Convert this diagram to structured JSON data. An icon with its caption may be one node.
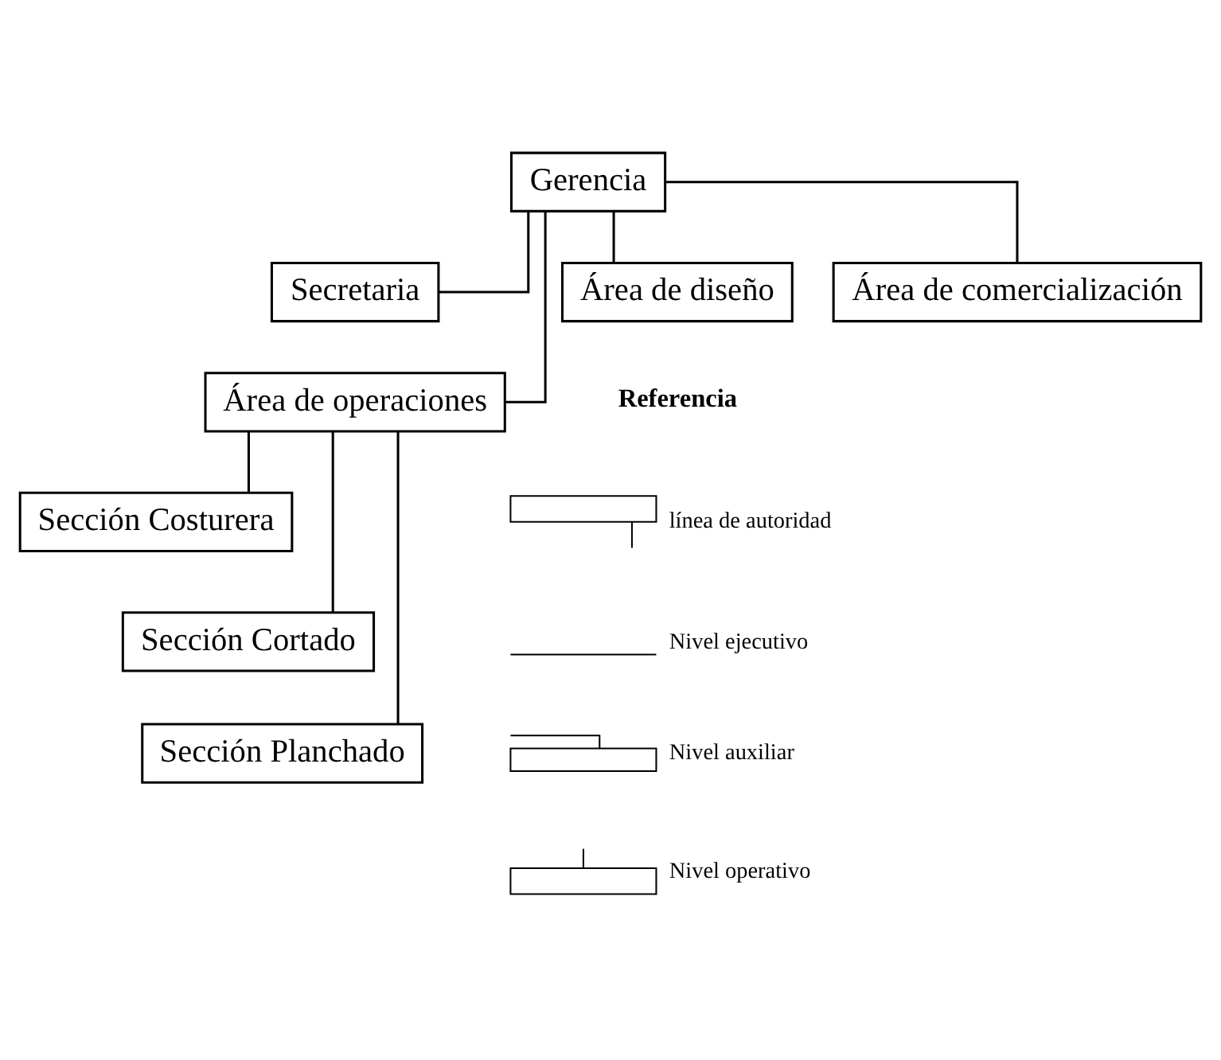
{
  "diagram": {
    "nodes": [
      {
        "text": [
          "Gerencia"
        ]
      },
      {
        "text": [
          "Secretaria"
        ]
      },
      {
        "text": [
          "Área de operaciones"
        ]
      },
      {
        "text": [
          "Área de diseño"
        ]
      },
      {
        "text": [
          "Área de comercialización"
        ]
      },
      {
        "text": [
          "Sección Costurera"
        ]
      },
      {
        "text": [
          "Sección Cortado"
        ]
      },
      {
        "text": [
          "Sección Planchado"
        ]
      }
    ],
    "edges": [
      {
        "from": 0,
        "to": 1,
        "arrow": "none"
      },
      {
        "from": 0,
        "to": 2,
        "arrow": "none"
      },
      {
        "from": 0,
        "to": 3,
        "arrow": "none"
      },
      {
        "from": 0,
        "to": 4,
        "arrow": "none"
      },
      {
        "from": 2,
        "to": 5,
        "arrow": "none"
      },
      {
        "from": 2,
        "to": 6,
        "arrow": "none"
      },
      {
        "from": 2,
        "to": 7,
        "arrow": "none"
      }
    ],
    "labels": [
      "Referencia"
    ],
    "legend": [
      {
        "text": "línea de autoridad"
      },
      {
        "text": "Nivel ejecutivo"
      },
      {
        "text": "Nivel auxiliar"
      },
      {
        "text": "Nivel operativo"
      }
    ]
  }
}
